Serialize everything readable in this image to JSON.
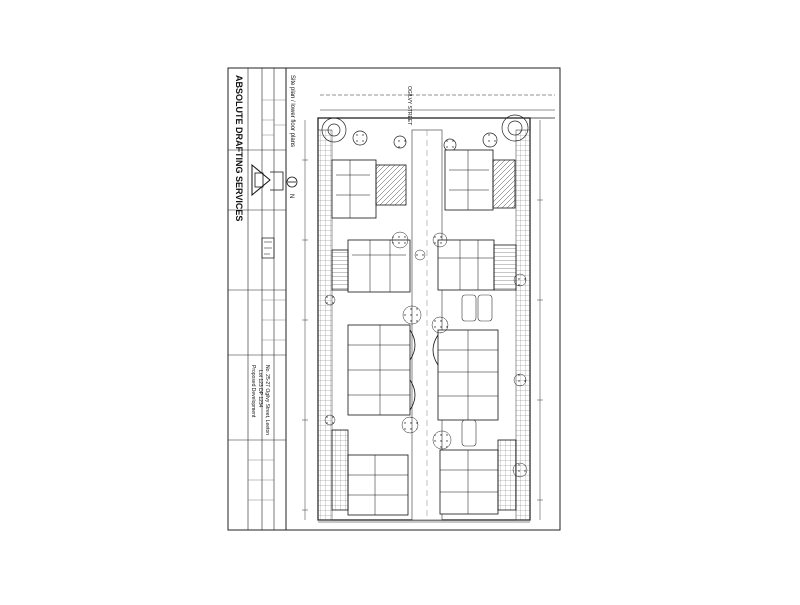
{
  "title_block": {
    "company": "ABSOLUTE DRAFTING SERVICES",
    "drawing_title": "Site plan / lower floor plans",
    "project_line_1": "Proposed Development",
    "project_line_2": "Lot 123 DP 1234",
    "project_line_3": "No. 25-27 Ogilvy Street, Leeton",
    "north_label": "N"
  },
  "street": {
    "name": "OGILVY STREET"
  },
  "colors": {
    "ink": "#1a1a1a",
    "paper": "#ffffff",
    "hatch": "#555555"
  }
}
